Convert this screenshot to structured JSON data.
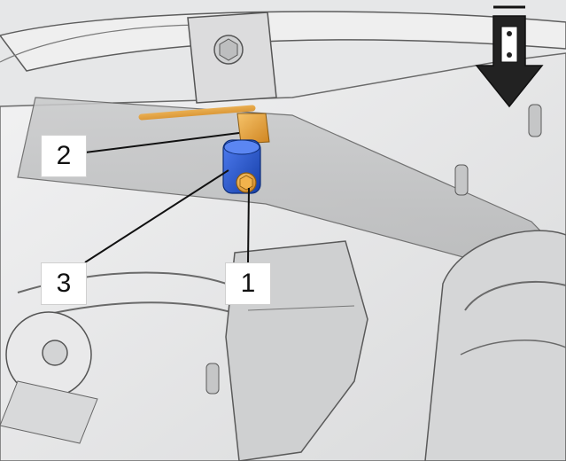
{
  "colors": {
    "background": "#e8e9ea",
    "component_blue": "#1f4fc8",
    "component_orange": "#e8a23a",
    "outline": "#5a5a5a"
  },
  "direction_arrow": {
    "icon": "down-arrow-icon",
    "meaning": "vehicle front"
  },
  "callouts": {
    "one": "1",
    "two": "2",
    "three": "3"
  }
}
